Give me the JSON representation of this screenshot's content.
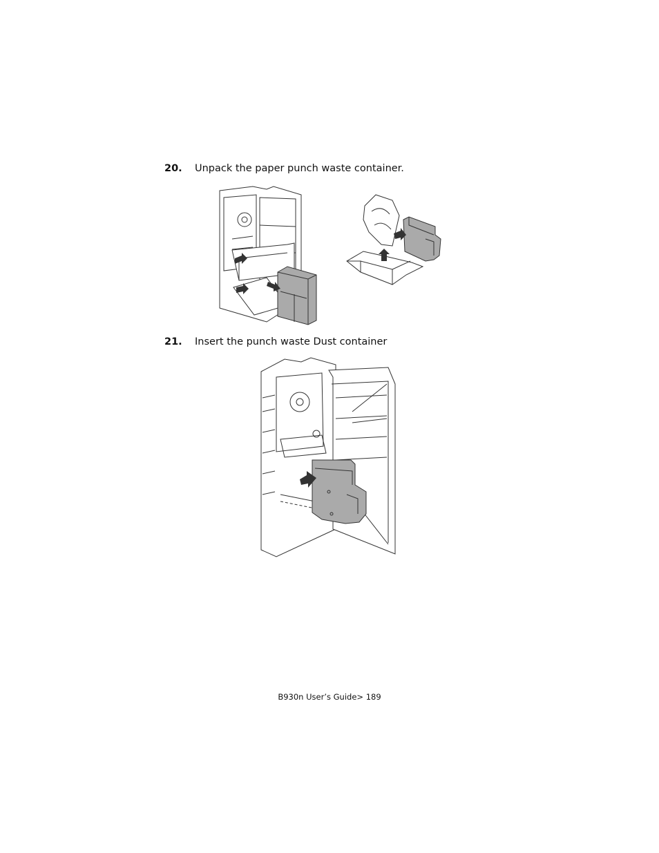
{
  "steps": [
    {
      "number": "20.",
      "text": "Unpack the paper punch waste container."
    },
    {
      "number": "21.",
      "text": "Insert the punch waste Dust container"
    }
  ],
  "footer": {
    "text": "B930n User’s Guide> 189"
  }
}
